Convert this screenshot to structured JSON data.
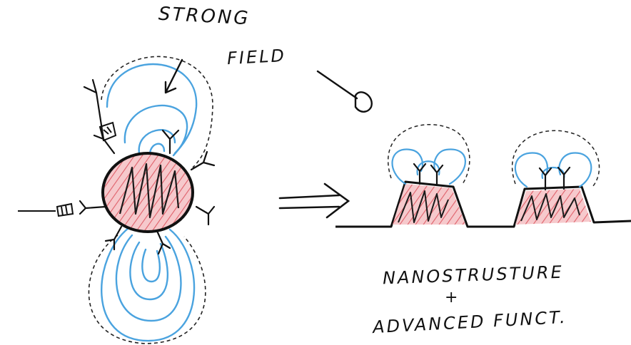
{
  "labels": {
    "strong": "STRONG",
    "field": "FIELD",
    "nanostructure": "NANOSTRUSTURE",
    "plus": "+",
    "advanced": "ADVANCED FUNCT."
  },
  "colors": {
    "ink": "#111111",
    "field_lines": "#4aa3df",
    "hatch": "#e0606a",
    "hatch_fill": "#f6c9cc"
  }
}
